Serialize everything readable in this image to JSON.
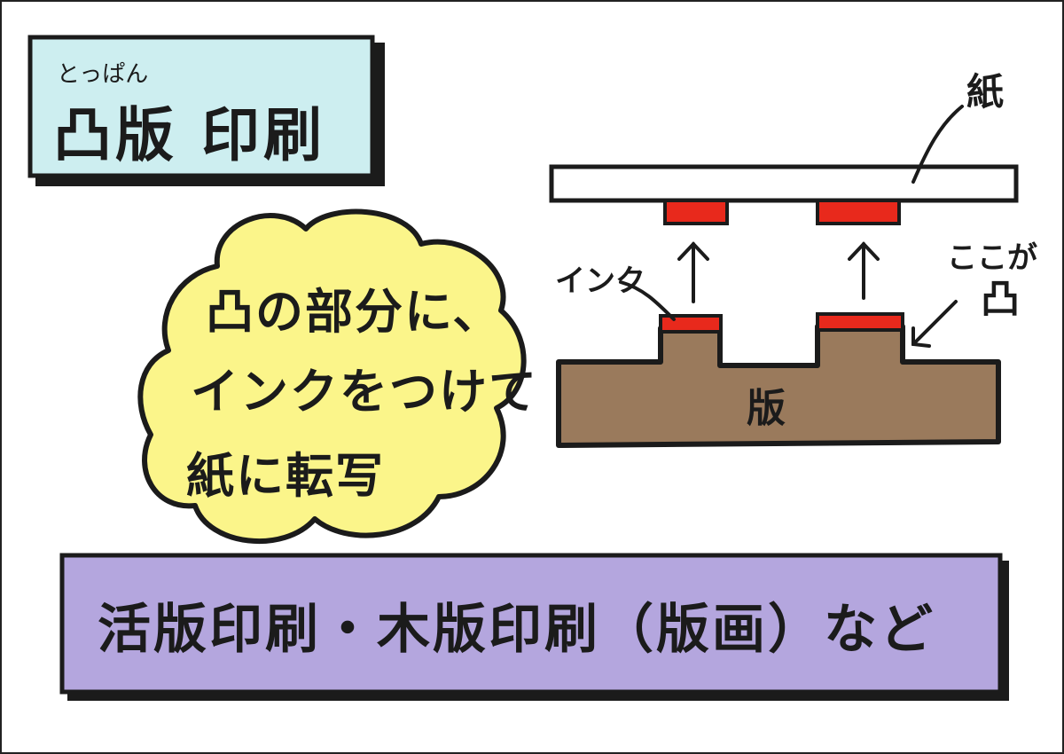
{
  "title": {
    "ruby": "とっぱん",
    "main": "凸版 印刷",
    "bg_color": "#cdeef0"
  },
  "cloud": {
    "lines": [
      "凸の部分に、",
      "インクをつけて",
      "紙に転写"
    ],
    "bg_color": "#fbf58a"
  },
  "diagram": {
    "paper_label": "紙",
    "ink_label": "インク",
    "relief_note_line1": "ここが",
    "relief_note_line2": "凸",
    "plate_label": "版",
    "paper_color": "#ffffff",
    "ink_color": "#e8291c",
    "plate_color": "#9a7a5c"
  },
  "bottom": {
    "text": "活版印刷・木版印刷（版画）など",
    "bg_color": "#b4a6de"
  }
}
